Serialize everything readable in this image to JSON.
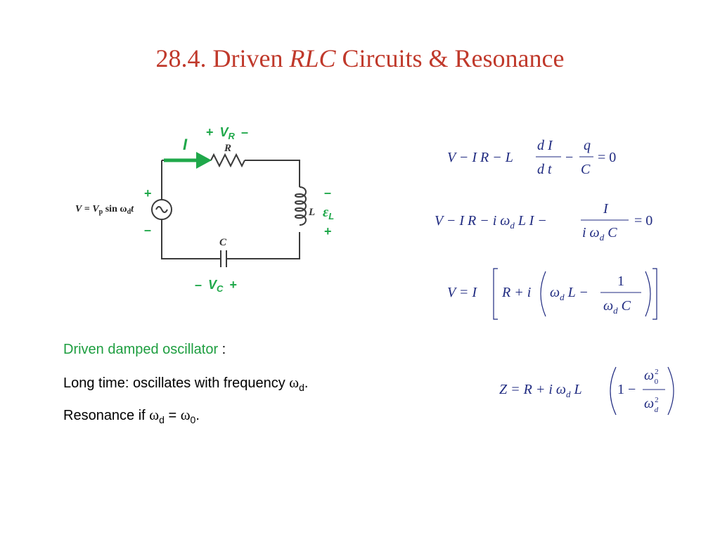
{
  "title": {
    "prefix": "28.4.  Driven ",
    "rlc": "RLC",
    "suffix": " Circuits & Resonance"
  },
  "circuit": {
    "current_label": "I",
    "vr_plus": "+",
    "vr_v": "V",
    "vr_sub": "R",
    "vr_minus": "–",
    "resistor_label": "R",
    "inductor_label": "L",
    "capacitor_label": "C",
    "source_plus": "+",
    "source_minus": "–",
    "source_eq_v": "V",
    "source_eq_equals": " = ",
    "source_eq_vp": "V",
    "source_eq_p": "p",
    "source_eq_sin": " sin ",
    "source_eq_omega": "ω",
    "source_eq_d": "d",
    "source_eq_t": "t",
    "el_minus": "–",
    "el_eps": "ε",
    "el_sub": "L",
    "el_plus": "+",
    "vc_minus": "–",
    "vc_v": "V",
    "vc_sub": "C",
    "vc_plus": "+",
    "colors": {
      "wire": "#3a3a3a",
      "arrow": "#1fa84a",
      "label": "#1fa84a"
    }
  },
  "equations": {
    "eq1": {
      "lhs": "V − I R − L",
      "frac1_num": "d I",
      "frac1_den": "d t",
      "minus": "−",
      "frac2_num": "q",
      "frac2_den": "C",
      "rhs": "= 0"
    },
    "eq2": {
      "lhs": "V − I R − i ω",
      "lhs_sub": "d",
      "mid": " L I −",
      "frac_num": "I",
      "frac_den": "i ω",
      "frac_den_sub": "d",
      "frac_den_c": " C",
      "rhs": "= 0"
    },
    "eq3": {
      "lhs": "V = I",
      "r_plus_i": "R + i",
      "omega": "ω",
      "sub": "d",
      "l_minus": " L −",
      "frac_num": "1",
      "frac_den": "ω",
      "frac_den_sub": "d",
      "frac_den_c": " C"
    },
    "eq4": {
      "lhs": "Z = R + i ω",
      "lhs_sub": "d",
      "l": " L",
      "one_minus": "1 −",
      "num_omega": "ω",
      "num_sub": "0",
      "num_sup": "2",
      "den_omega": "ω",
      "den_sub": "d",
      "den_sup": "2"
    }
  },
  "text": {
    "line1_green": "Driven damped oscillator",
    "line1_rest": " :",
    "line2": "Long time:  oscillates with frequency  ",
    "line2_omega": "ω",
    "line2_sub": "d",
    "line2_end": ".",
    "line3": "Resonance if  ",
    "line3_omega1": "ω",
    "line3_sub1": "d",
    "line3_eq": " = ",
    "line3_omega2": "ω",
    "line3_sub2": "0",
    "line3_end": "."
  }
}
